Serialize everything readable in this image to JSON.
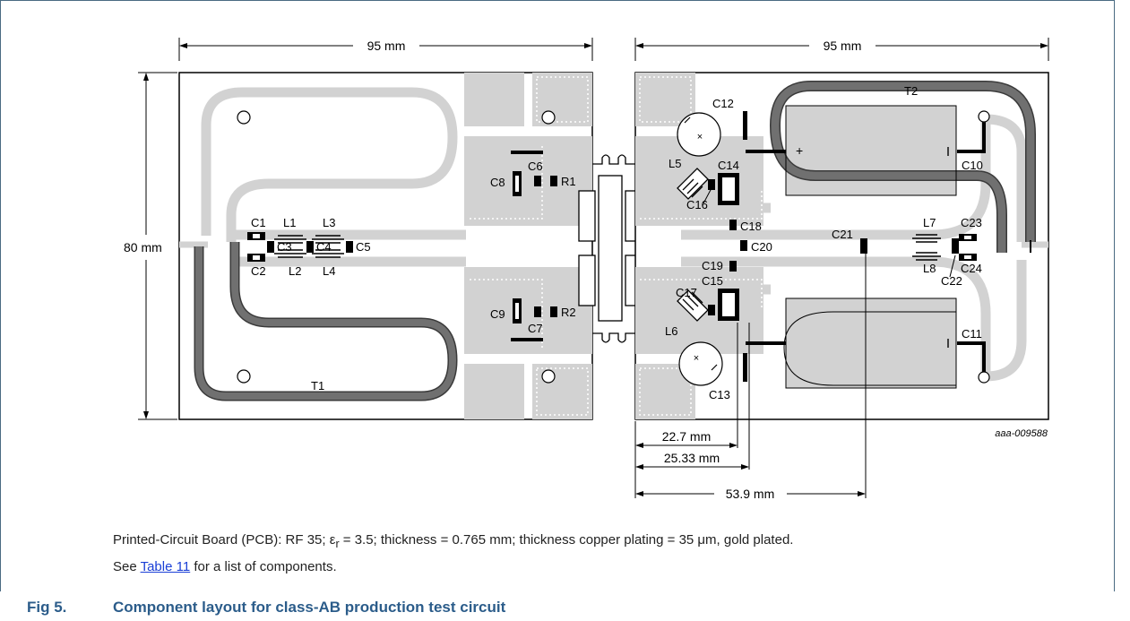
{
  "figure": {
    "number": "Fig 5.",
    "title": "Component layout for class-AB production test circuit"
  },
  "caption": {
    "pcb_prefix": "Printed-Circuit Board (PCB): RF 35; ε",
    "pcb_subscript": "r",
    "pcb_suffix": " = 3.5; thickness = 0.765 mm; thickness copper plating = 35 μm, gold plated.",
    "see_prefix": "See ",
    "table_link": "Table 11",
    "see_suffix": " for a list of components."
  },
  "drawing": {
    "reference": "aaa-009588",
    "dimensions": {
      "left_width": "95 mm",
      "right_width": "95 mm",
      "height": "80 mm",
      "dim_1": "22.7 mm",
      "dim_2": "25.33 mm",
      "dim_3": "53.9 mm"
    },
    "transformers": [
      "T1",
      "T2"
    ],
    "components": [
      "C1",
      "C2",
      "C3",
      "C4",
      "C5",
      "C6",
      "C7",
      "C8",
      "C9",
      "C10",
      "C11",
      "C12",
      "C13",
      "C14",
      "C15",
      "C16",
      "C17",
      "C18",
      "C19",
      "C20",
      "C21",
      "C22",
      "C23",
      "C24",
      "L1",
      "L2",
      "L3",
      "L4",
      "L5",
      "L6",
      "L7",
      "L8",
      "R1",
      "R2"
    ]
  },
  "colors": {
    "figure_label": "#2b5c8a",
    "link": "#1a3fd6",
    "trace_light": "#d2d2d2",
    "trace_dark": "#707070",
    "frame": "#4a6b82"
  }
}
